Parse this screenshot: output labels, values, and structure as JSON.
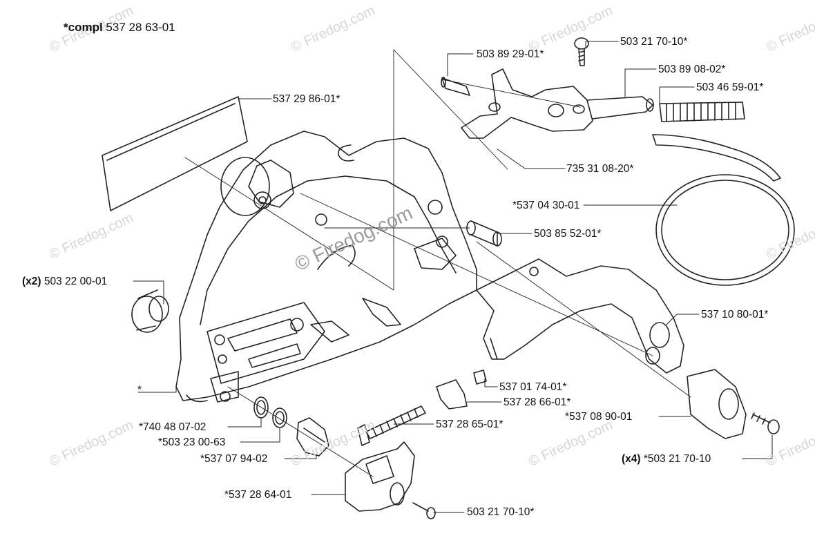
{
  "title": {
    "prefix": "*compl",
    "part": "537 28 63-01"
  },
  "watermark": {
    "text": "© Firedog.com"
  },
  "labels": {
    "l01": "503 21 70-10*",
    "l02": "503 89 29-01*",
    "l03": "503 89 08-02*",
    "l04": "503 46 59-01*",
    "l05": "537 29 86-01*",
    "l06": "735 31 08-20*",
    "l07": "*537 04 30-01",
    "l08": "503 85 52-01*",
    "l09_qty": "(x2)",
    "l09": "503 22 00-01",
    "l10": "537 10 80-01*",
    "l11": "*",
    "l12": "537 01 74-01*",
    "l13": "537 28 66-01*",
    "l14": "*537 08 90-01",
    "l15": "*740 48 07-02",
    "l16": "*503 23 00-63",
    "l17": "537 28 65-01*",
    "l18": "*537 07 94-02",
    "l19_qty": "(x4)",
    "l19": "*503 21 70-10",
    "l20": "*537 28 64-01",
    "l21": "503 21 70-10*"
  },
  "colors": {
    "line": "#222222",
    "watermark": "#d6d6d6",
    "background": "#ffffff"
  }
}
